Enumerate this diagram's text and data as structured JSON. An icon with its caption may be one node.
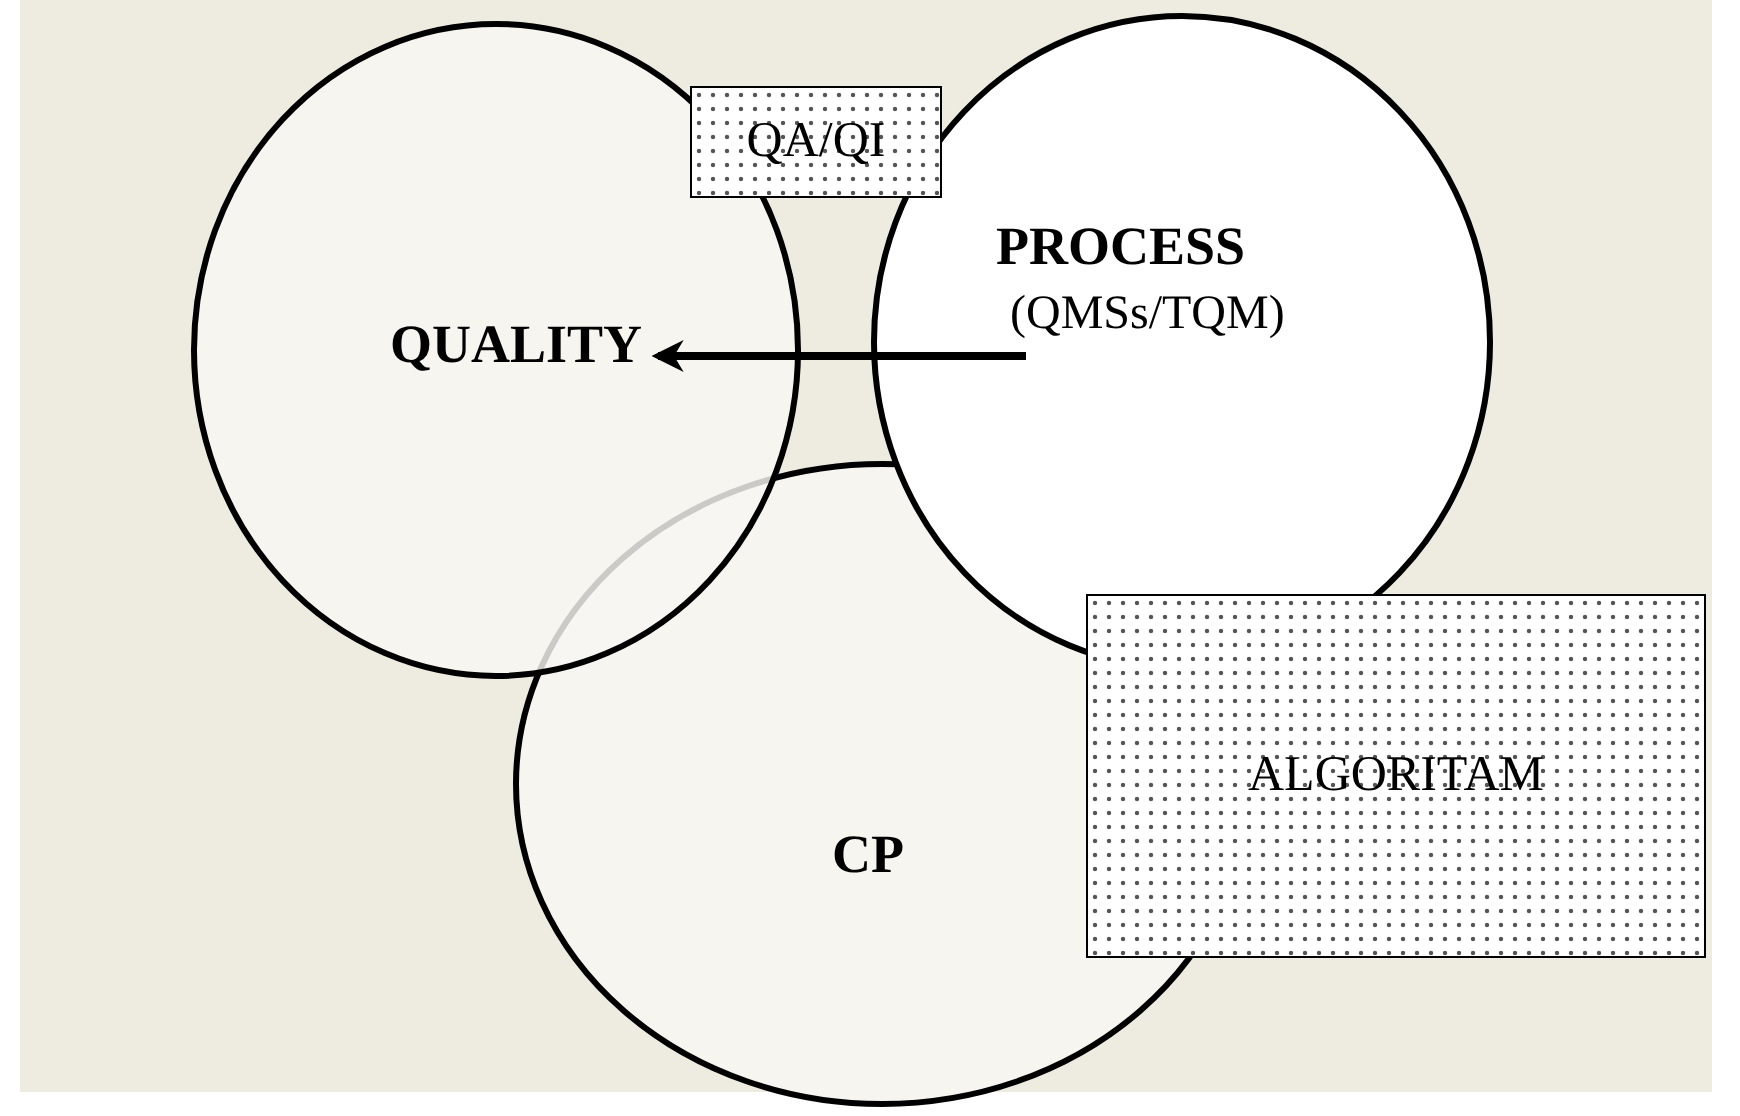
{
  "diagram": {
    "nodes": [
      {
        "text": [
          "QUALITY"
        ]
      },
      {
        "text": [
          "PROCESS",
          "(QMSs/TQM)"
        ]
      },
      {
        "text": [
          "CP"
        ]
      },
      {
        "text": [
          "QA/QI"
        ]
      },
      {
        "text": [
          "ALGORITAM"
        ]
      }
    ],
    "edges": [
      {
        "from": 1,
        "to": 0,
        "arrow": "to"
      }
    ]
  }
}
